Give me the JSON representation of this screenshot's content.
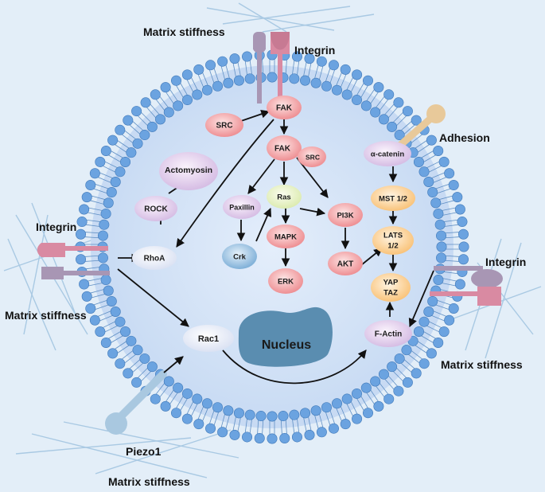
{
  "labels": {
    "matrix_stiffness_top": "Matrix stiffness",
    "integrin_top": "Integrin",
    "adhesion": "Adhesion",
    "integrin_left": "Integrin",
    "matrix_stiffness_left": "Matrix stiffness",
    "integrin_right": "Integrin",
    "matrix_stiffness_right": "Matrix stiffness",
    "piezo1": "Piezo1",
    "matrix_stiffness_bottom": "Matrix stiffness"
  },
  "nodes": {
    "fak_top": "FAK",
    "src_left": "SRC",
    "fak_mid": "FAK",
    "src_small": "SRC",
    "actomyosin": "Actomyosin",
    "rock": "ROCK",
    "rhoa": "RhoA",
    "paxillin": "Paxillin",
    "crk": "Crk",
    "ras": "Ras",
    "mapk": "MAPK",
    "erk": "ERK",
    "pi3k": "PI3K",
    "akt": "AKT",
    "alpha_catenin": "α-catenin",
    "mst": "MST 1/2",
    "lats_1": "LATS",
    "lats_2": "1/2",
    "yap": "YAP",
    "taz": "TAZ",
    "factin": "F-Actin",
    "rac1": "Rac1",
    "nucleus": "Nucleus"
  },
  "colors": {
    "background": "#e3eef8",
    "cytoplasm": "#cfe0f5",
    "lipid_head": "#6ba3e0",
    "pink_node": "#f3a5a8",
    "green_node": "#eaf3c6",
    "purple_node": "#e5d2ee",
    "blue_node": "#9cc3e2",
    "orange_node": "#fcd69f",
    "white_node": "#f4f6fc",
    "nucleus": "#5a8db0",
    "integrin_pink": "#d98aa2",
    "integrin_purple": "#a896b4",
    "adhesion_tan": "#e8c99a",
    "piezo_blue": "#a9c8e0"
  }
}
